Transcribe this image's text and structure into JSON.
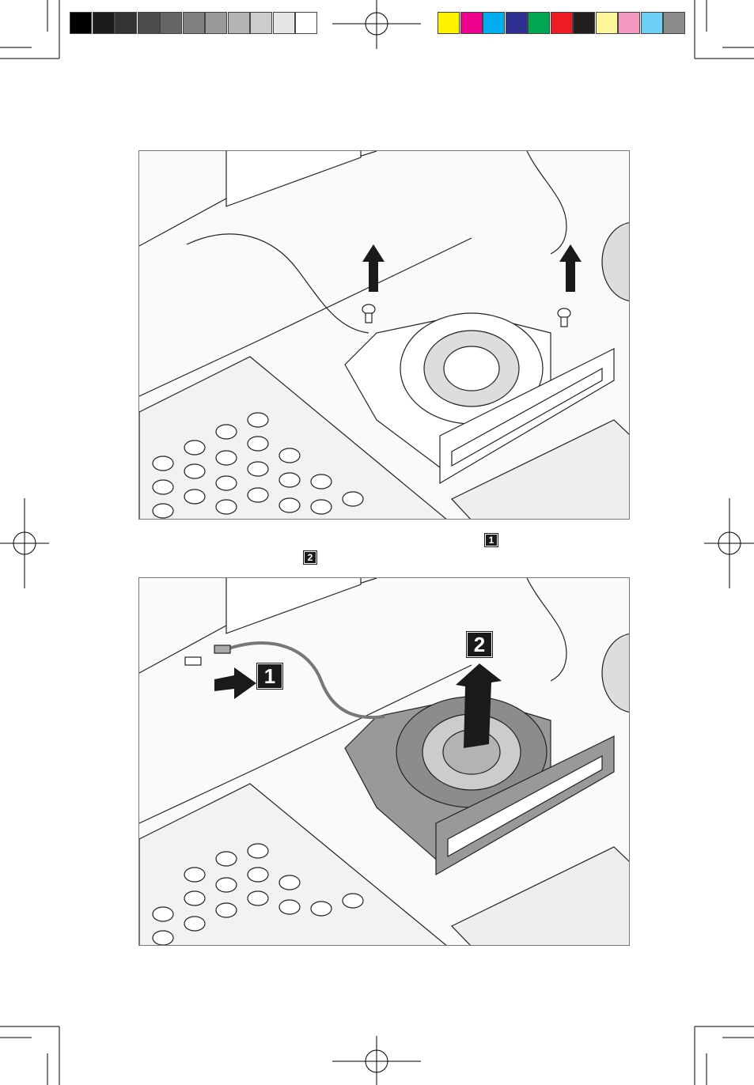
{
  "color_bar": {
    "gray_swatches": [
      "#000000",
      "#1c1c1c",
      "#333333",
      "#4d4d4d",
      "#666666",
      "#808080",
      "#999999",
      "#b3b3b3",
      "#cccccc",
      "#e6e6e6",
      "#ffffff"
    ],
    "color_swatches": [
      "#fff200",
      "#ec008c",
      "#00aeef",
      "#2e3192",
      "#00a651",
      "#ed1c24",
      "#231f20",
      "#fff799",
      "#f49ac1",
      "#6dcff6",
      "#8c8c8c"
    ]
  },
  "step_marker_1": "1",
  "step_marker_2": "2",
  "figure_1": {
    "icons": [
      "screw-icon",
      "up-arrow-icon",
      "fan-icon"
    ]
  },
  "figure_2": {
    "callout_1": "1",
    "callout_2": "2",
    "icons": [
      "push-arrow-icon",
      "up-arrow-icon",
      "fan-icon"
    ]
  }
}
